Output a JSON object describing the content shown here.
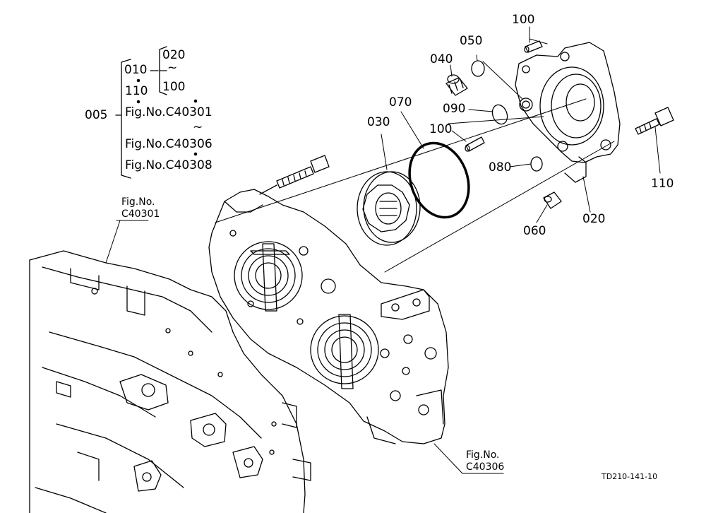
{
  "callouts": {
    "p005": "005",
    "p010": "010",
    "p110a": "110",
    "p020a": "020",
    "p100a": "100",
    "fig1": "Fig.No.C40301",
    "fig2": "Fig.No.C40306",
    "fig3": "Fig.No.C40308",
    "tilde": "~",
    "p030": "030",
    "p070": "070",
    "p040": "040",
    "p050": "050",
    "p100b": "100",
    "p090": "090",
    "p100c": "100",
    "p080": "080",
    "p060": "060",
    "p020b": "020",
    "p110b": "110"
  },
  "refs": {
    "left_fig_label": "Fig.No.",
    "left_fig_number": "C40301",
    "bottom_fig_label": "Fig.No.",
    "bottom_fig_number": "C40306"
  },
  "drawing_code": "TD210-141-10"
}
